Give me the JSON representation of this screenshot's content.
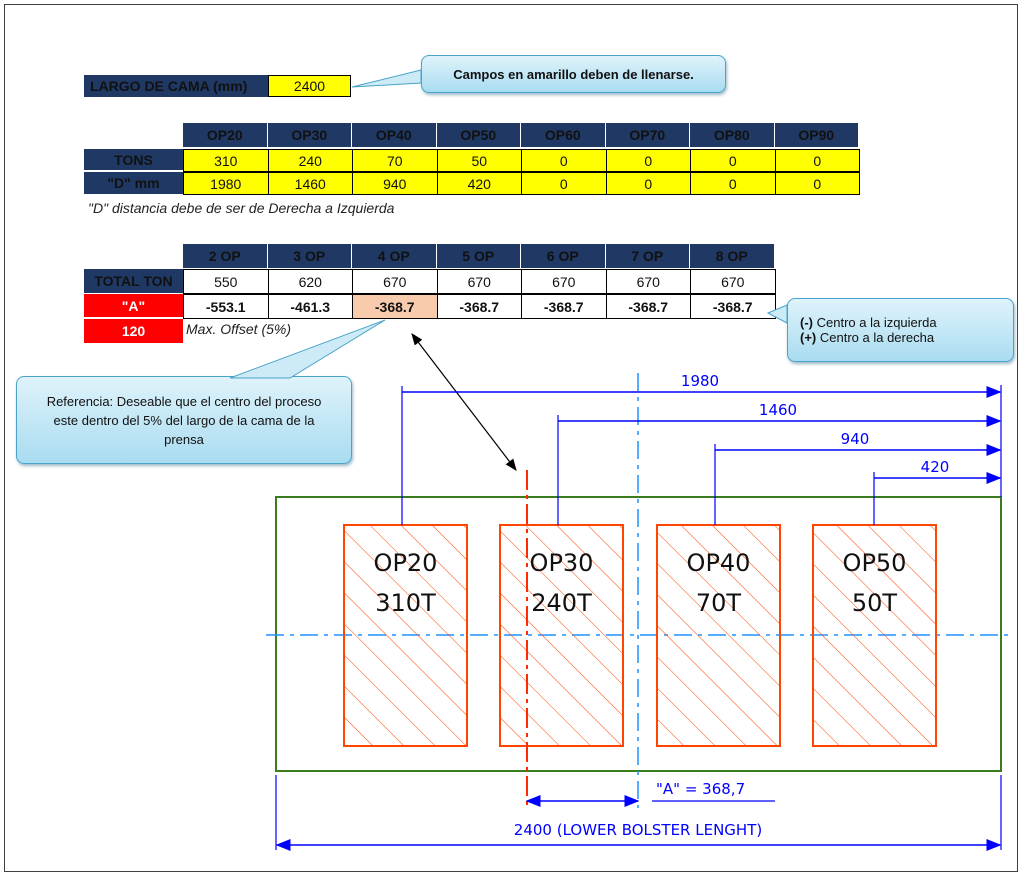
{
  "bed": {
    "label": "LARGO DE CAMA (mm)",
    "value": "2400"
  },
  "callout_fill": "Campos en amarillo deben de llenarse.",
  "ops_table": {
    "headers": [
      "OP20",
      "OP30",
      "OP40",
      "OP50",
      "OP60",
      "OP70",
      "OP80",
      "OP90"
    ],
    "row_tons_label": "TONS",
    "tons": [
      "310",
      "240",
      "70",
      "50",
      "0",
      "0",
      "0",
      "0"
    ],
    "row_d_label": "\"D\" mm",
    "d": [
      "1980",
      "1460",
      "940",
      "420",
      "0",
      "0",
      "0",
      "0"
    ],
    "note": "\"D\" distancia debe de ser de Derecha a Izquierda"
  },
  "totals_table": {
    "headers": [
      "2 OP",
      "3 OP",
      "4 OP",
      "5 OP",
      "6 OP",
      "7 OP",
      "8 OP"
    ],
    "row_total_label": "TOTAL  TON",
    "totals": [
      "550",
      "620",
      "670",
      "670",
      "670",
      "670",
      "670"
    ],
    "row_a_label": "\"A\"",
    "a_values": [
      "-553.1",
      "-461.3",
      "-368.7",
      "-368.7",
      "-368.7",
      "-368.7",
      "-368.7"
    ],
    "max_offset_value": "120",
    "max_offset_label": "Max. Offset (5%)"
  },
  "callout_sign": {
    "line1_sign": "(-)",
    "line1_text": " Centro a la izquierda",
    "line2_sign": "(+)",
    "line2_text": " Centro a la derecha"
  },
  "callout_reference": "Referencia: Deseable que el centro del proceso este dentro del 5% del largo de la cama de la prensa",
  "drawing": {
    "dims": [
      "1980",
      "1460",
      "940",
      "420"
    ],
    "stations": [
      {
        "name": "OP20",
        "tons": "310T"
      },
      {
        "name": "OP30",
        "tons": "240T"
      },
      {
        "name": "OP40",
        "tons": "70T"
      },
      {
        "name": "OP50",
        "tons": "50T"
      }
    ],
    "a_dim": "\"A\" = 368,7",
    "bolster_dim": "2400 (LOWER BOLSTER LENGHT)"
  },
  "colors": {
    "navy": "#1f3864",
    "yellow": "#ffff00",
    "red": "#ff0000",
    "blue_dim": "#0000ff",
    "station": "#ff4500",
    "bolster": "#3a7d1e",
    "centerline": "#1e90ff"
  }
}
